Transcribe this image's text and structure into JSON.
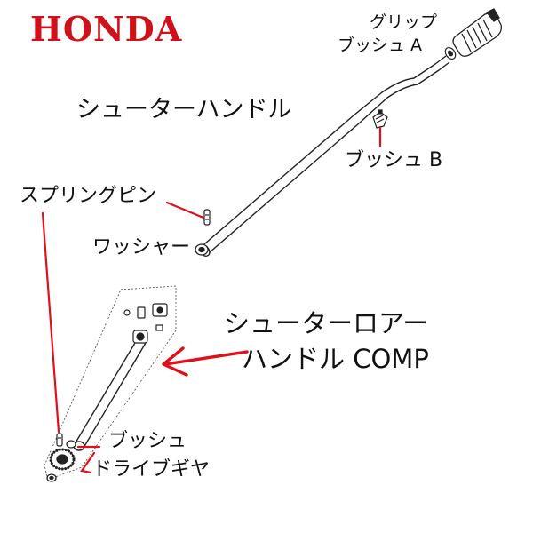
{
  "brand": {
    "name": "HONDA",
    "color": "#d0111b"
  },
  "labels": {
    "grip": "グリップ",
    "bush_a": "ブッシュ A",
    "shooter_handle": "シューターハンドル",
    "bush_b": "ブッシュ B",
    "spring_pin": "スプリングピン",
    "washer": "ワッシャー",
    "lower_handle_line1": "シューターロアー",
    "lower_handle_line2": "ハンドル COMP",
    "bush": "ブッシュ",
    "drive_gear": "ドライブギヤ"
  },
  "colors": {
    "pointer": "#e0101a",
    "line_art": "#222222"
  }
}
